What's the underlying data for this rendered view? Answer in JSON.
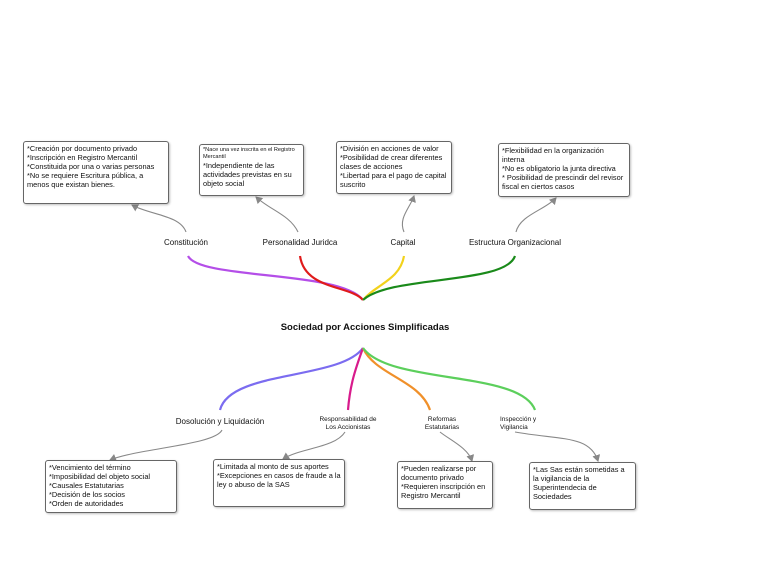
{
  "center": "Sociedad por Acciones Simplificadas",
  "branches": {
    "constitucion": "Constitución",
    "personalidad": "Personalidad Juridca",
    "capital": "Capital",
    "estructura": "Estructura Organizacional",
    "disolucion": "Dosolución y Liquidación",
    "responsabilidad_1": "Responsabilidad de",
    "responsabilidad_2": "Los Accionistas",
    "reformas_1": "Reformas",
    "reformas_2": "Estatutarias",
    "inspeccion_1": "Inspección y",
    "inspeccion_2": "Vigilancia"
  },
  "boxes": {
    "constitucion": [
      "*Creación por documento privado",
      "*Inscripción en Registro Mercantil",
      "*Constituida por una o varias personas",
      "*No se requiere Escritura pública, a menos que existan bienes."
    ],
    "personalidad": [
      "*Nace una vez inscrita en el Registro Mercantil",
      "*Independiente de las actividades previstas en su objeto social"
    ],
    "capital": [
      "*División en acciones de valor",
      "*Posibilidad de crear diferentes clases de acciones",
      "*Libertad para el pago de capital suscrito"
    ],
    "estructura": [
      "*Flexibilidad en la organización interna",
      "*No es obligatorio la junta directiva",
      "* Posibilidad de prescindir del revisor fiscal en ciertos casos"
    ],
    "disolucion": [
      "*Vencimiento del término",
      "*Imposibilidad del objeto social",
      "*Causales Estatutarias",
      "*Decisión de los socios",
      "*Orden de autoridades"
    ],
    "responsabilidad": [
      "*Limitada al monto de sus aportes",
      "*Excepciones en casos de fraude a la ley o abuso de la SAS"
    ],
    "reformas": [
      "*Pueden realizarse por documento privado",
      "*Requieren inscripción en Registro Mercantil"
    ],
    "inspeccion": [
      "*Las Sas están sometidas a la vigilancia de la Superintendecia de Sociedades"
    ]
  },
  "colors": {
    "constitucion": "#b44ee8",
    "personalidad": "#e01b1b",
    "capital": "#f2d21c",
    "estructura": "#1a8a1a",
    "disolucion": "#7b6cf0",
    "responsabilidad": "#d81b8c",
    "reformas": "#f0902a",
    "inspeccion": "#5ccf5c",
    "connector": "#888888"
  }
}
